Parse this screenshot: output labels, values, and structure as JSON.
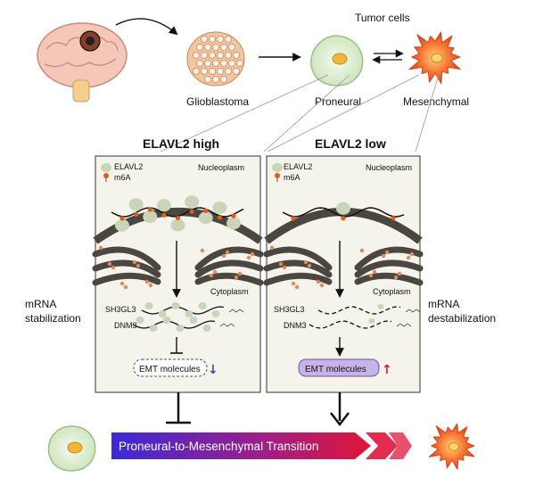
{
  "top": {
    "tumor_cells": "Tumor cells",
    "glioblastoma": "Glioblastoma",
    "proneural": "Proneural",
    "mesenchymal": "Mesenchymal"
  },
  "panels": [
    {
      "title": "ELAVL2 high",
      "legend_elavl2": "ELAVL2",
      "legend_m6a": "m6A",
      "nucleoplasm": "Nucleoplasm",
      "cytoplasm": "Cytoplasm",
      "gene1": "SH3GL3",
      "gene2": "DNM3",
      "emt": "EMT molecules",
      "emt_arrow": "↓"
    },
    {
      "title": "ELAVL2 low",
      "legend_elavl2": "ELAVL2",
      "legend_m6a": "m6A",
      "nucleoplasm": "Nucleoplasm",
      "cytoplasm": "Cytoplasm",
      "gene1": "SH3GL3",
      "gene2": "DNM3",
      "emt": "EMT molecules",
      "emt_arrow": "↑"
    }
  ],
  "side": {
    "left_line1": "mRNA",
    "left_line2": "stabilization",
    "right_line1": "mRNA",
    "right_line2": "destabilization"
  },
  "transition": {
    "label": "Proneural-to-Mesenchymal Transition"
  },
  "colors": {
    "proneural_cell": "#dff0d8",
    "nucleus": "#f2b53a",
    "mesenchymal_cell": "#f05a28",
    "elavl2": "#c9d4b8",
    "m6a": "#e35a1a",
    "er": "#4a4740",
    "down_arrow": "#2f4fb0",
    "up_arrow": "#d62020",
    "bar_start": "#3a2ad8",
    "bar_end": "#e0153a"
  }
}
